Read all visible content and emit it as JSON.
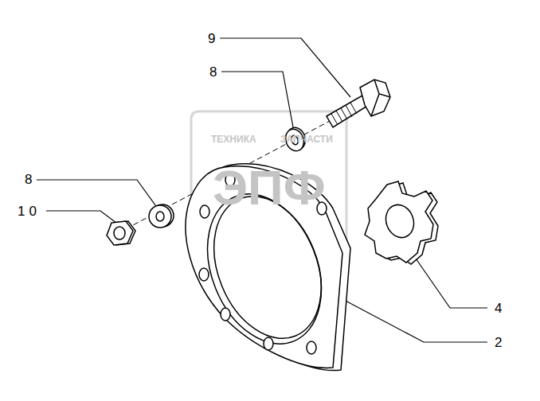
{
  "diagram": {
    "labels": [
      "9",
      "8",
      "8",
      "10",
      "4",
      "2",
      "ТЕХНИКА",
      "ЗАПЧАСТИ",
      "ЭПФ"
    ]
  }
}
